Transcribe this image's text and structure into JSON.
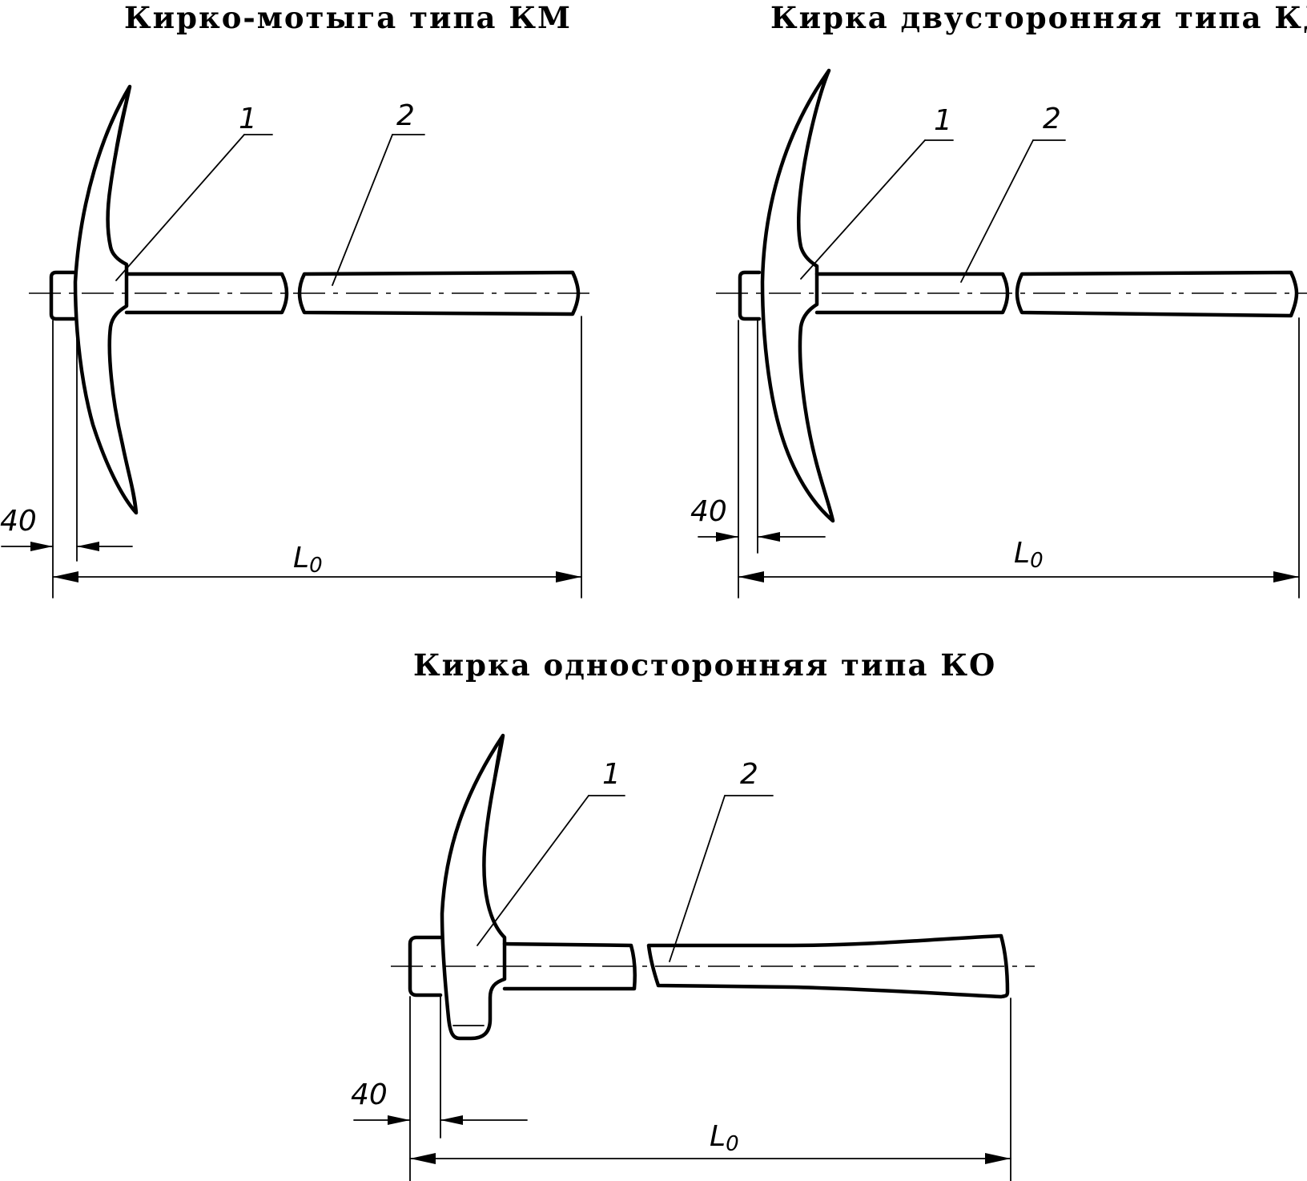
{
  "figures": [
    {
      "id": "km",
      "title": "Кирко-мотыга типа КМ",
      "labels": {
        "head": "1",
        "handle": "2",
        "offset": "40",
        "length": "L",
        "length_sub": "0"
      }
    },
    {
      "id": "kd",
      "title": "Кирка двусторонняя типа КД",
      "labels": {
        "head": "1",
        "handle": "2",
        "offset": "40",
        "length": "L",
        "length_sub": "0"
      }
    },
    {
      "id": "ko",
      "title": "Кирка односторонняя типа КО",
      "labels": {
        "head": "1",
        "handle": "2",
        "offset": "40",
        "length": "L",
        "length_sub": "0"
      }
    }
  ]
}
